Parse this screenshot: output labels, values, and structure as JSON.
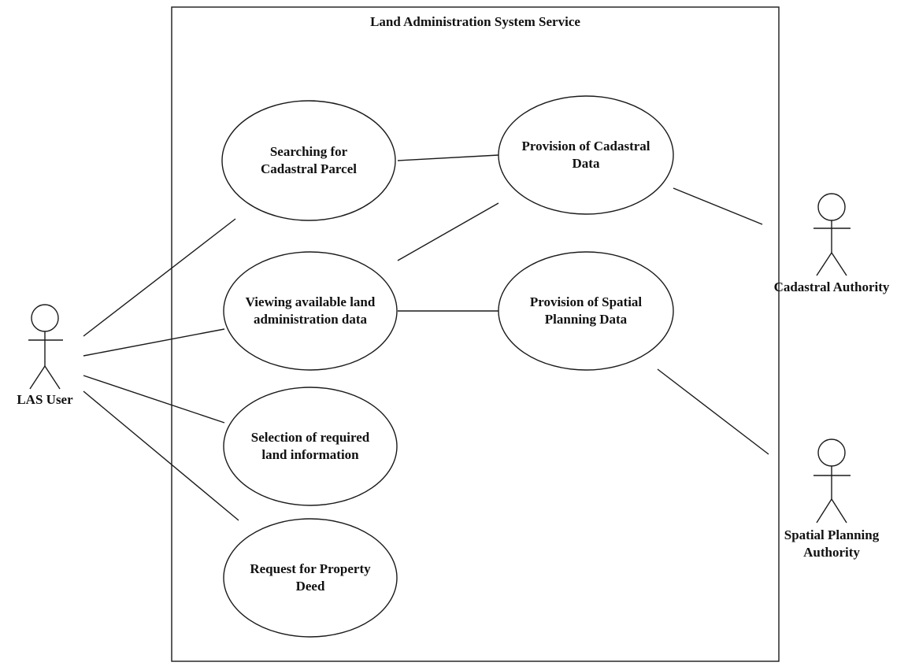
{
  "system": {
    "title": "Land Administration System Service"
  },
  "actors": {
    "las_user": "LAS User",
    "cadastral_authority": "Cadastral Authority",
    "spatial_planning_authority": [
      "Spatial Planning",
      "Authority"
    ]
  },
  "use_cases": {
    "searching_parcel": [
      "Searching for",
      "Cadastral Parcel"
    ],
    "viewing_data": [
      "Viewing available land",
      "administration data"
    ],
    "selection_info": [
      "Selection of required",
      "land information"
    ],
    "request_deed": [
      "Request for Property",
      "Deed"
    ],
    "provision_cadastral": [
      "Provision of Cadastral",
      "Data"
    ],
    "provision_spatial": [
      "Provision of Spatial",
      "Planning Data"
    ]
  },
  "colors": {
    "stroke": "#1a1a1a",
    "background": "#ffffff"
  }
}
